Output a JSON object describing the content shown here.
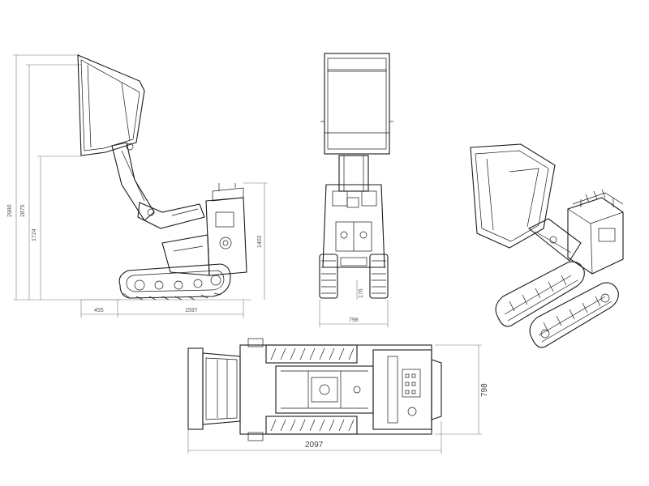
{
  "dimensions": {
    "side_total_height": "2980",
    "side_bucket_height": "2875",
    "side_pivot_height": "1724",
    "side_body_height": "1402",
    "side_front_overhang": "455",
    "side_track_length": "1597",
    "front_width": "798",
    "front_ground_clearance": "176",
    "top_length": "2097",
    "top_width": "798"
  },
  "colors": {
    "line": "#1a1a1a",
    "dimension_line": "#777777",
    "dimension_text": "#555555"
  }
}
